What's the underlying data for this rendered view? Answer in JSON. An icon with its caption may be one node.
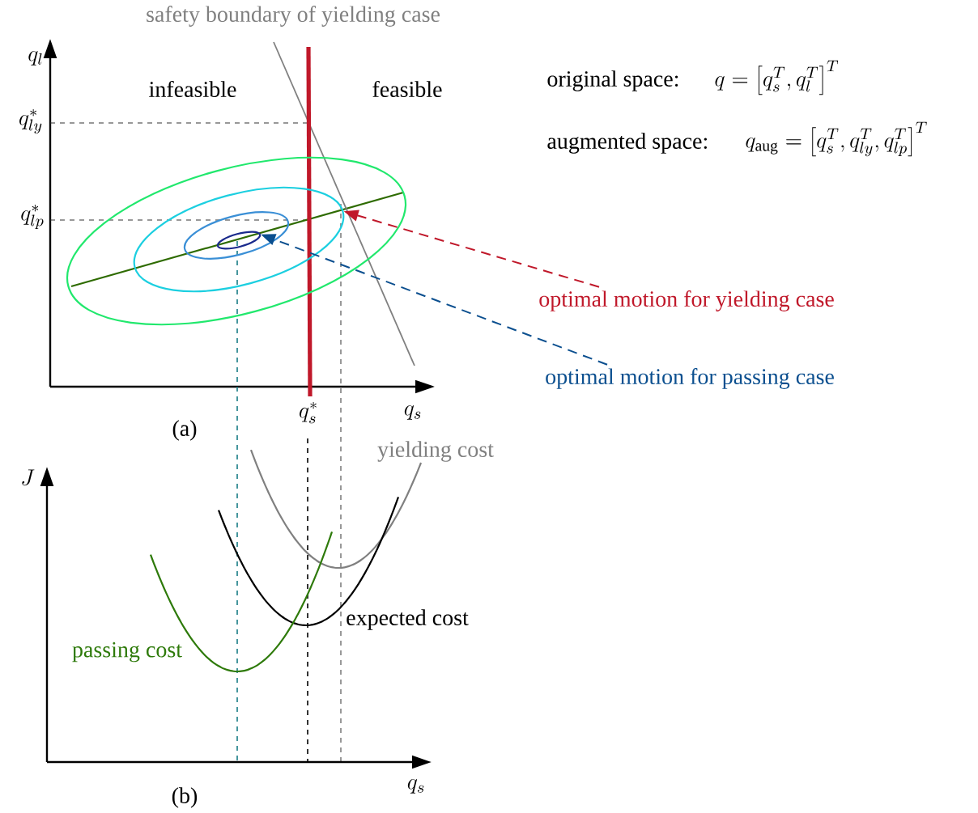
{
  "diagram": {
    "nodes": [
      {
        "text": [
          "optimal motion for yielding case"
        ]
      },
      {
        "text": [
          "optimal motion for passing case"
        ]
      },
      {
        "text": [],
        "shape": "ellipse"
      },
      {
        "text": [],
        "shape": "ellipse",
        "in": 2
      },
      {
        "text": [],
        "shape": "ellipse",
        "in": 3
      },
      {
        "text": [],
        "shape": "ellipse",
        "in": 4
      }
    ],
    "edges": [
      {
        "from": 0,
        "to": 3,
        "arrow": "to",
        "style": "dashed",
        "color": "#c0182a"
      },
      {
        "from": 1,
        "to": 5,
        "arrow": "to",
        "style": "dashed",
        "color": "#0b4f8f"
      }
    ],
    "labels": [
      "safety boundary of yielding case",
      "q_l",
      "infeasible",
      "feasible",
      "original space:",
      "q = \\left[q_s^T, q_l^T\\right]^T",
      "q_{ly}^*",
      "augmented space:",
      "q_{\\mathrm{aug}} = \\left[q_s^T, q_{ly}^T, q_{lp}^T\\right]^T",
      "q_{lp}^*",
      "q_s^*",
      "q_s",
      "(a)",
      "yielding cost",
      "J",
      "expected cost",
      "passing cost",
      "q_s",
      "(b)"
    ]
  }
}
